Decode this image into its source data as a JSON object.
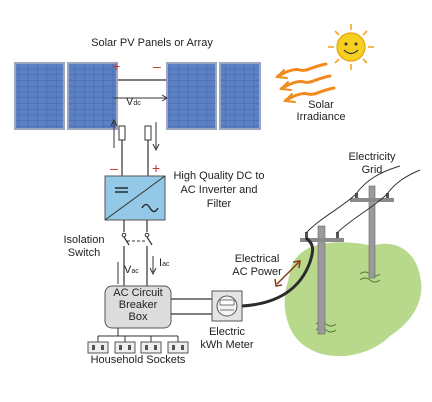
{
  "labels": {
    "array_title": "Solar PV Panels or Array",
    "irradiance": [
      "Solar",
      "Irradiance"
    ],
    "vdc": {
      "main": "V",
      "sub": "dc"
    },
    "inverter": [
      "High Quality DC to",
      "AC Inverter and",
      "Filter"
    ],
    "isolation": [
      "Isolation",
      "Switch"
    ],
    "vac": {
      "main": "V",
      "sub": "ac"
    },
    "iac": {
      "main": "I",
      "sub": "ac"
    },
    "breaker": [
      "AC Circuit",
      "Breaker",
      "Box"
    ],
    "meter": [
      "Electric",
      "kWh Meter"
    ],
    "sockets": "Household Sockets",
    "ac_power": [
      "Electrical",
      "AC Power"
    ],
    "grid": [
      "Electricity",
      "Grid"
    ],
    "plus": "+",
    "minus": "–"
  },
  "colors": {
    "panel_cell": "#4a6fb5",
    "panel_frame": "#9aa7bd",
    "inverter": "#93c9e6",
    "breaker_box": "#dcdcdc",
    "ground": "#b8d98c",
    "sun": "#f5d020",
    "rays": "#f08a1c",
    "polarity": "#c0392b",
    "cable_ac": "#2b2b2b"
  },
  "icons": [
    "sun-icon",
    "irradiance-arrows-icon",
    "power-pole-icon",
    "kwh-meter-icon",
    "socket-icon",
    "dc-ac-inverter-symbol-icon",
    "fuse-icon",
    "switch-icon"
  ]
}
